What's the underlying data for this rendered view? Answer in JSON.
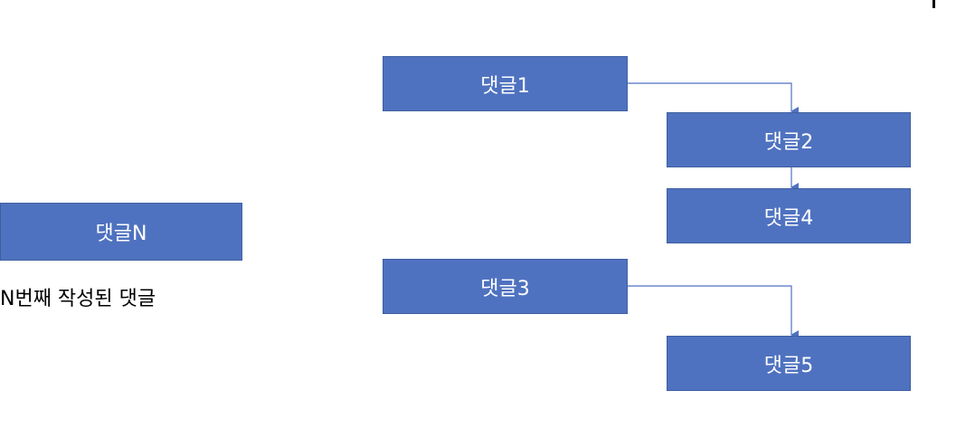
{
  "legend": {
    "box_label": "댓글N",
    "caption": "N번째 작성된 댓글"
  },
  "comments": {
    "c1": "댓글1",
    "c2": "댓글2",
    "c3": "댓글3",
    "c4": "댓글4",
    "c5": "댓글5"
  },
  "colors": {
    "box_fill": "#4f72c0",
    "box_border": "#3d5f9f",
    "connector": "#4f72c0"
  }
}
